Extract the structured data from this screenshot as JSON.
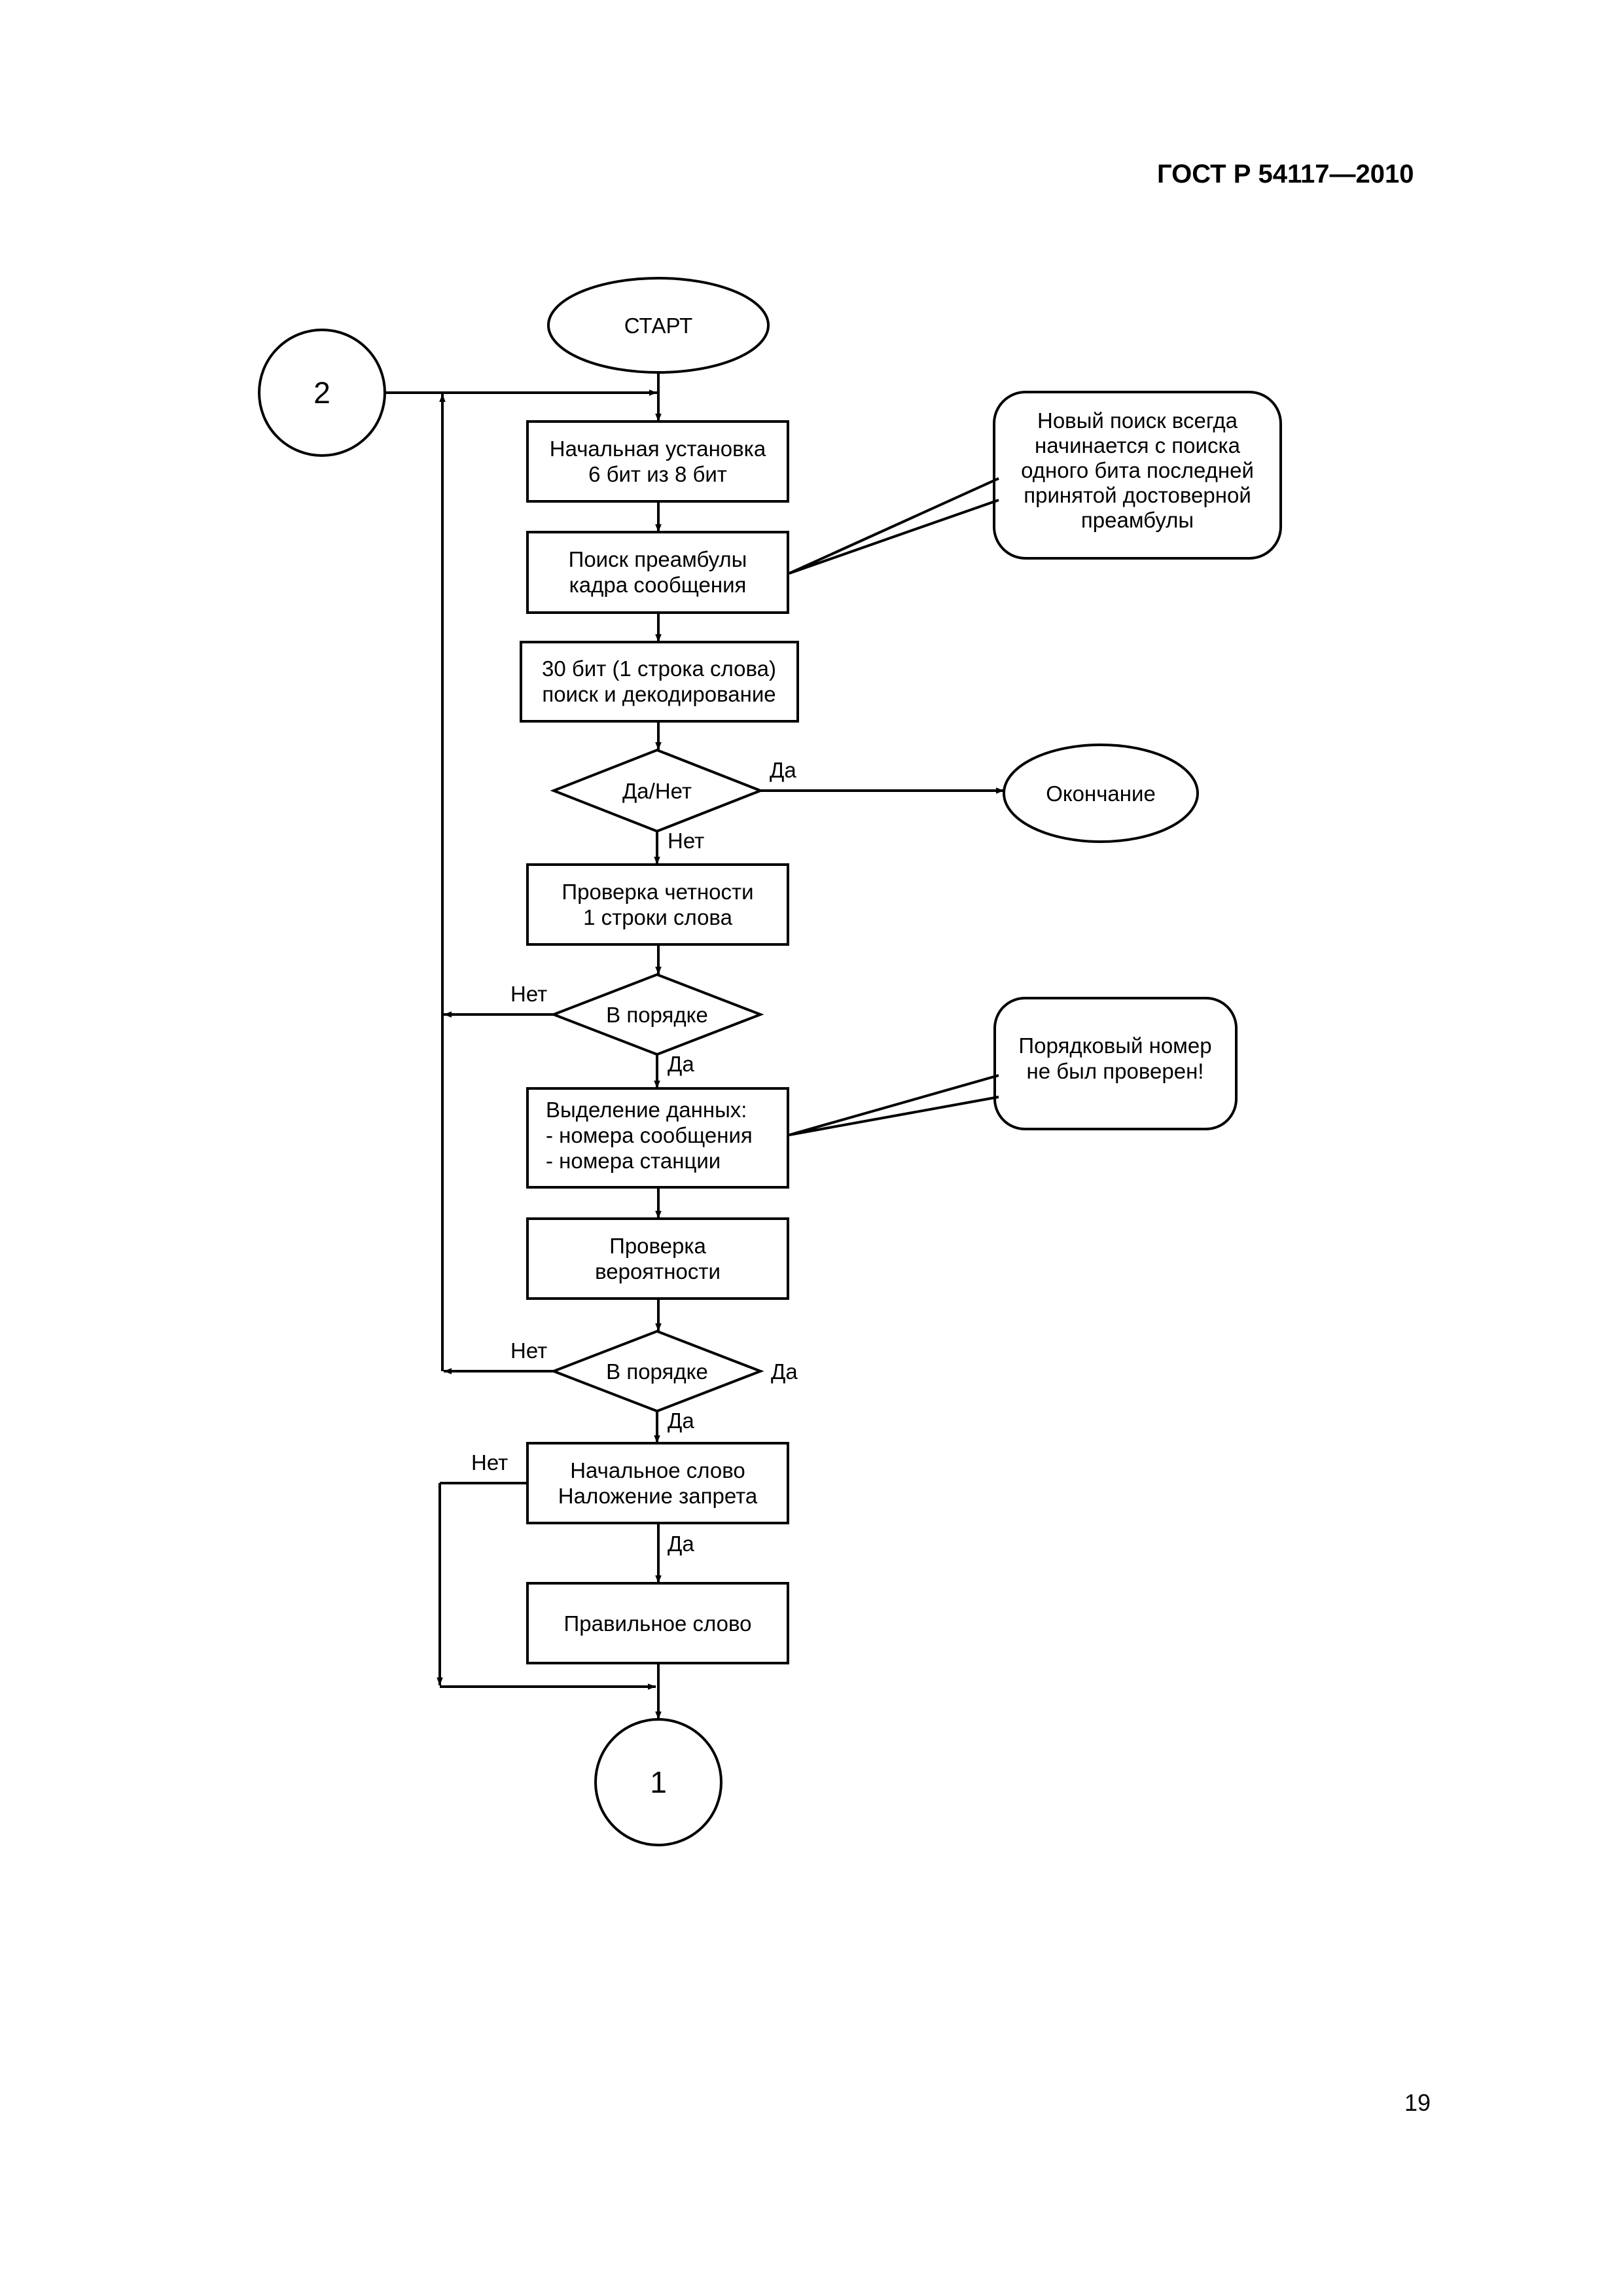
{
  "header": {
    "standard": "ГОСТ Р 54117—2010"
  },
  "footer": {
    "page_number": "19"
  },
  "flowchart": {
    "start": "СТАРТ",
    "connector_in": "2",
    "connector_out": "1",
    "init": [
      "Начальная установка",
      "6 бит из 8 бит"
    ],
    "preamble": [
      "Поиск преамбулы",
      "кадра сообщения"
    ],
    "decode": [
      "30 бит (1 строка слова)",
      "поиск и декодирование"
    ],
    "decision1": "Да/Нет",
    "end": "Окончание",
    "parity": [
      "Проверка четности",
      "1 строки слова"
    ],
    "decision2": "В порядке",
    "extract": [
      "Выделение данных:",
      "- номера сообщения",
      "- номера станции"
    ],
    "probability": [
      "Проверка",
      "вероятности"
    ],
    "decision3": "В порядке",
    "initial_word": [
      "Начальное слово",
      "Наложение запрета"
    ],
    "correct_word": "Правильное слово",
    "note1": [
      "Новый поиск всегда",
      "начинается с поиска",
      "одного бита последней",
      "принятой достоверной",
      "преамбулы"
    ],
    "note2": [
      "Порядковый номер",
      "не был проверен!"
    ],
    "labels": {
      "yes": "Да",
      "no": "Нет"
    }
  }
}
